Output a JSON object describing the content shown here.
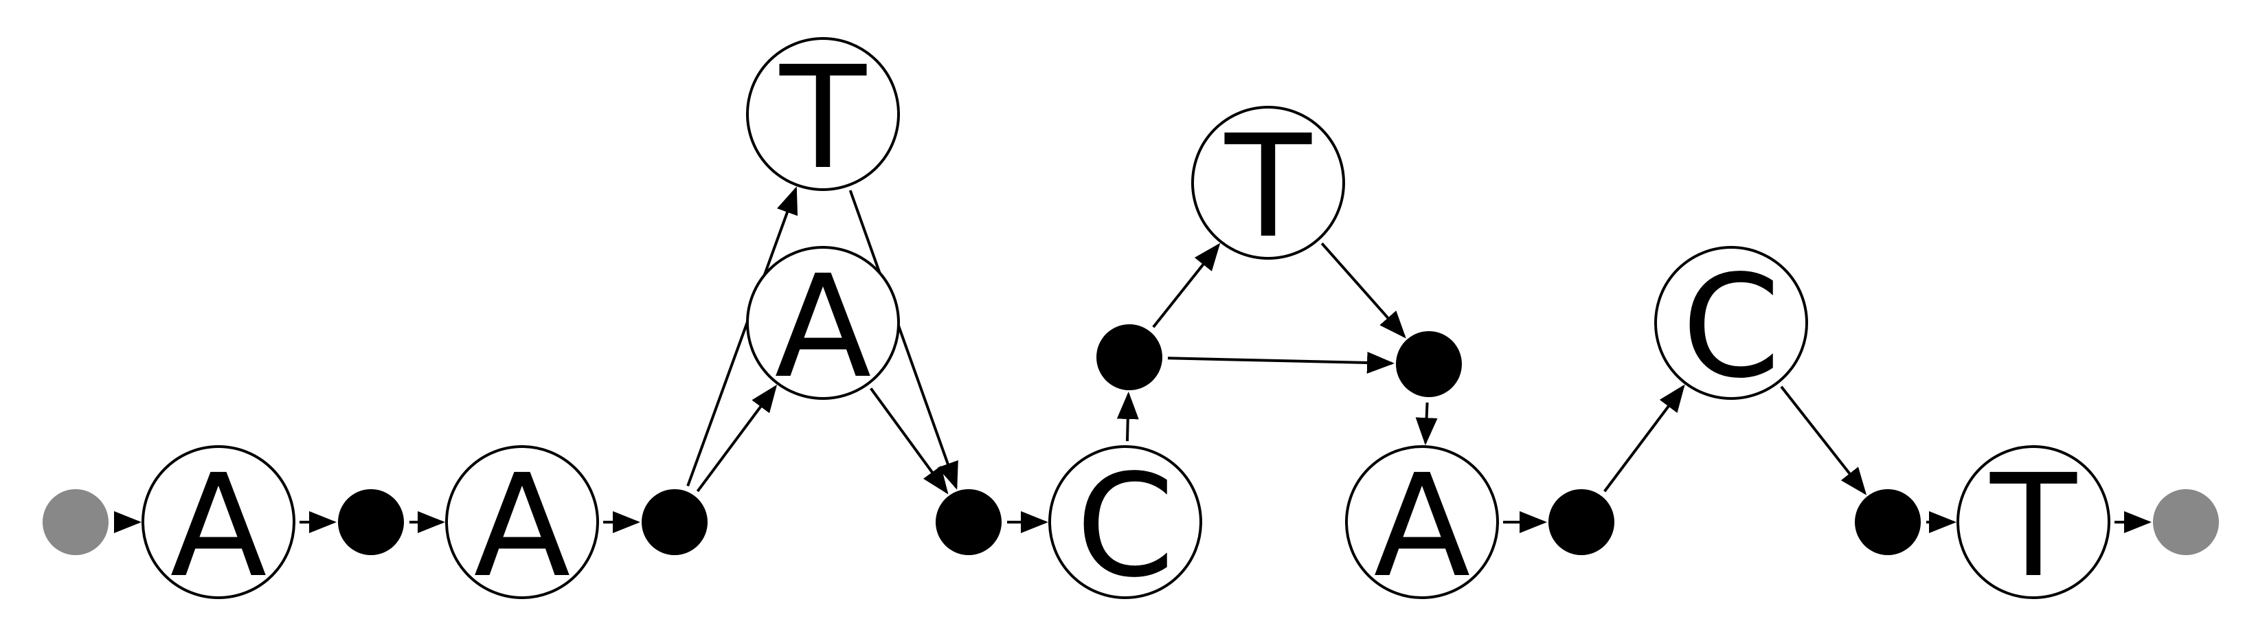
{
  "colors": {
    "background": "#ffffff",
    "stroke": "#000000",
    "junction": "#000000",
    "terminal": "#888888"
  },
  "graph": {
    "nodes": [
      {
        "id": "start",
        "kind": "terminal"
      },
      {
        "id": "base1",
        "kind": "base",
        "letter": "A"
      },
      {
        "id": "j1",
        "kind": "junction"
      },
      {
        "id": "base2",
        "kind": "base",
        "letter": "A"
      },
      {
        "id": "j2",
        "kind": "junction"
      },
      {
        "id": "base3",
        "kind": "base",
        "letter": "T"
      },
      {
        "id": "base4",
        "kind": "base",
        "letter": "A"
      },
      {
        "id": "j3",
        "kind": "junction"
      },
      {
        "id": "base5",
        "kind": "base",
        "letter": "C"
      },
      {
        "id": "j4",
        "kind": "junction"
      },
      {
        "id": "base6",
        "kind": "base",
        "letter": "T"
      },
      {
        "id": "j5",
        "kind": "junction"
      },
      {
        "id": "base7",
        "kind": "base",
        "letter": "A"
      },
      {
        "id": "j6",
        "kind": "junction"
      },
      {
        "id": "base8",
        "kind": "base",
        "letter": "C"
      },
      {
        "id": "j7",
        "kind": "junction"
      },
      {
        "id": "base9",
        "kind": "base",
        "letter": "T"
      },
      {
        "id": "end",
        "kind": "terminal"
      }
    ],
    "edges": [
      {
        "from": "start",
        "to": "base1"
      },
      {
        "from": "base1",
        "to": "j1"
      },
      {
        "from": "j1",
        "to": "base2"
      },
      {
        "from": "base2",
        "to": "j2"
      },
      {
        "from": "j2",
        "to": "base3"
      },
      {
        "from": "j2",
        "to": "base4"
      },
      {
        "from": "base3",
        "to": "j3"
      },
      {
        "from": "base4",
        "to": "j3"
      },
      {
        "from": "j3",
        "to": "base5"
      },
      {
        "from": "base5",
        "to": "j4"
      },
      {
        "from": "j4",
        "to": "base6"
      },
      {
        "from": "j4",
        "to": "j5"
      },
      {
        "from": "base6",
        "to": "j5"
      },
      {
        "from": "j5",
        "to": "base7"
      },
      {
        "from": "base7",
        "to": "j6"
      },
      {
        "from": "j6",
        "to": "base8"
      },
      {
        "from": "base8",
        "to": "j7"
      },
      {
        "from": "j7",
        "to": "base9"
      },
      {
        "from": "base9",
        "to": "end"
      }
    ]
  }
}
